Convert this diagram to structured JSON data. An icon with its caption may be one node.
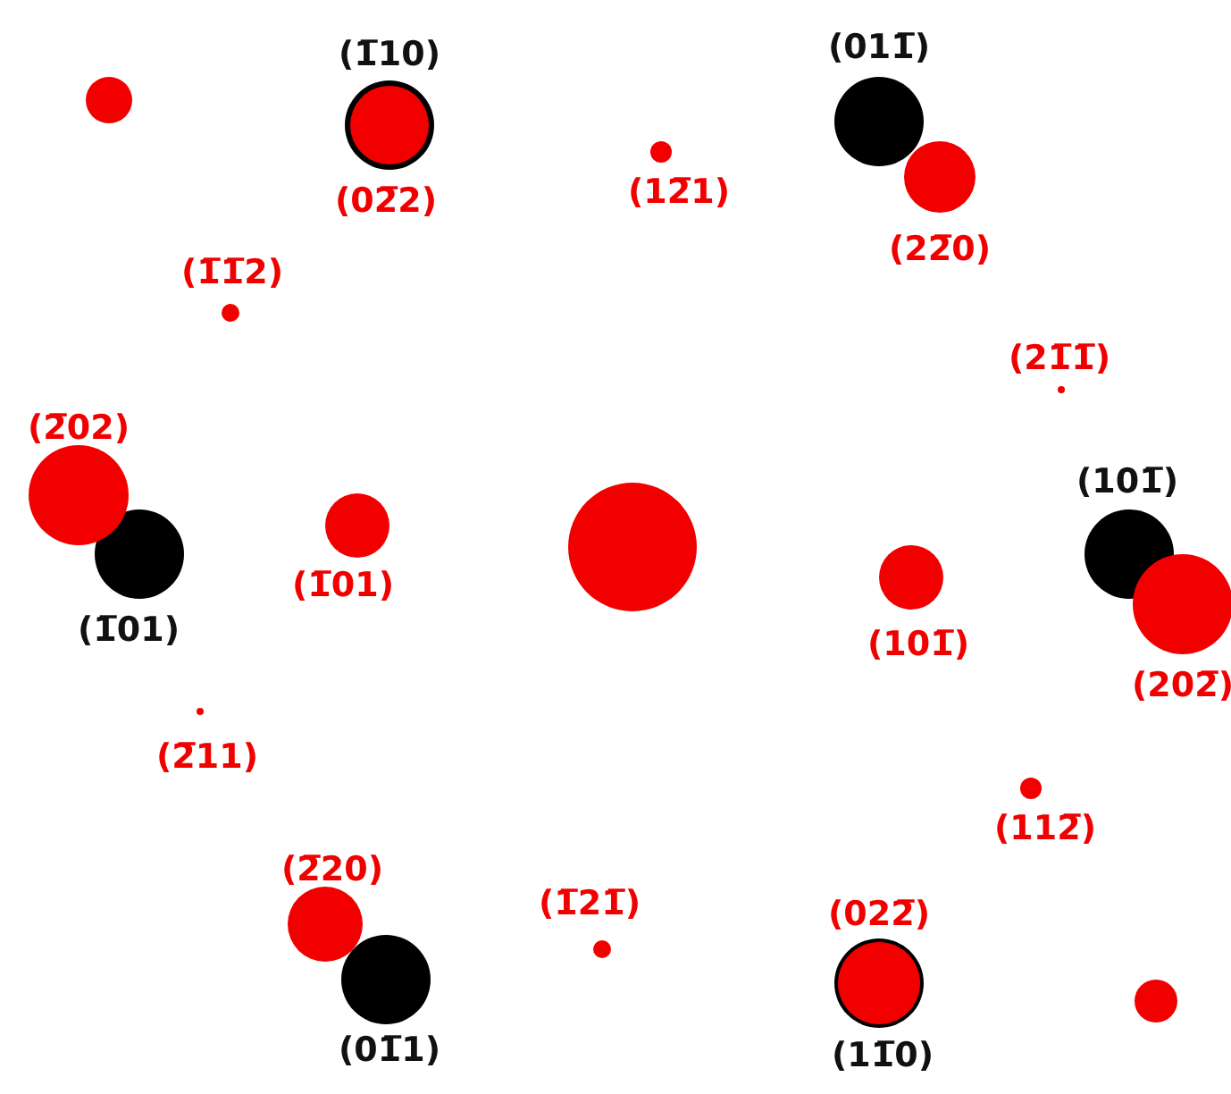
{
  "diagram": {
    "labels": [
      "(1̅10)",
      "(011̅)",
      "(02̅2)",
      "(12̅1)",
      "(1̅1̅2)",
      "(22̅0)",
      "(21̅1̅)",
      "(2̅02)",
      "(101̅)",
      "(1̅01)",
      "(1̅01)",
      "(101̅)",
      "(202̅)",
      "(2̅11)",
      "(112̅)",
      "(2̅20)",
      "(1̅21̅)",
      "(022̅)",
      "(01̅1)",
      "(11̅0)"
    ]
  }
}
